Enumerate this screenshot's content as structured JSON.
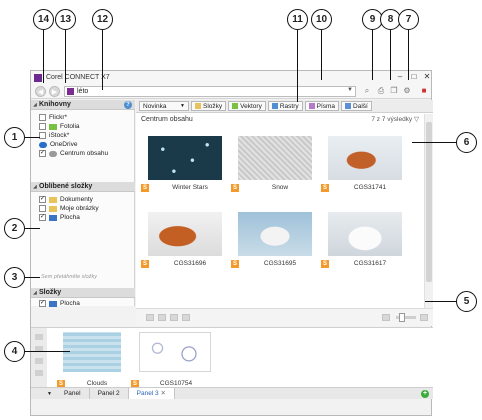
{
  "window": {
    "title": "Corel CONNECT X7"
  },
  "address": {
    "value": "léto"
  },
  "library": {
    "title": "Knihovny",
    "items": [
      {
        "label": "Flickr*",
        "checked": false
      },
      {
        "label": "Fotolia",
        "checked": false
      },
      {
        "label": "iStock*",
        "checked": false
      },
      {
        "label": "OneDrive",
        "checked": false
      },
      {
        "label": "Centrum obsahu",
        "checked": true
      }
    ]
  },
  "favorites": {
    "title": "Oblíbené složky",
    "items": [
      {
        "label": "Dokumenty",
        "checked": true
      },
      {
        "label": "Moje obrázky",
        "checked": false
      },
      {
        "label": "Plocha",
        "checked": true
      }
    ],
    "hint": "Sem přetáhněte složky"
  },
  "folders": {
    "title": "Složky",
    "items": [
      {
        "label": "Plocha",
        "checked": true
      }
    ]
  },
  "filters": {
    "sort": "Novinka",
    "buttons": [
      "Složky",
      "Vektory",
      "Rastry",
      "Písma",
      "Další"
    ]
  },
  "results": {
    "location": "Centrum obsahu",
    "count": "7 z 7 výsledky",
    "items": [
      {
        "name": "Winter Stars",
        "badge": "S"
      },
      {
        "name": "Snow",
        "badge": "S"
      },
      {
        "name": "CGS31741",
        "badge": "S"
      },
      {
        "name": "CGS31696",
        "badge": "S"
      },
      {
        "name": "CGS31695",
        "badge": "S"
      },
      {
        "name": "CGS31617",
        "badge": "S"
      }
    ]
  },
  "tray": {
    "items": [
      {
        "name": "Clouds",
        "badge": "S"
      },
      {
        "name": "CGS10754",
        "badge": "S"
      }
    ]
  },
  "panels": {
    "tabs": [
      "Panel",
      "Panel 2",
      "Panel 3"
    ],
    "active": "Panel 3"
  },
  "callouts": [
    "1",
    "2",
    "3",
    "4",
    "5",
    "6",
    "7",
    "8",
    "9",
    "10",
    "11",
    "12",
    "13",
    "14"
  ]
}
